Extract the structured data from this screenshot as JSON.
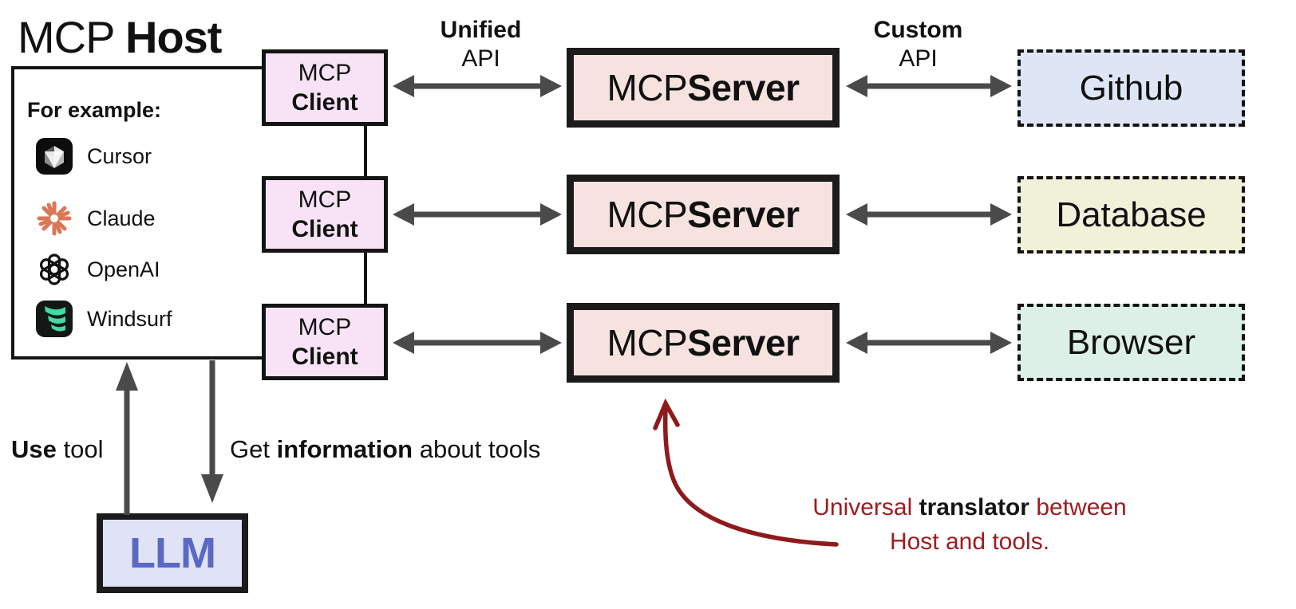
{
  "title": {
    "regular": "MCP ",
    "bold": "Host"
  },
  "host": {
    "examples_label": "For example:",
    "apps": [
      "Cursor",
      "Claude",
      "OpenAI",
      "Windsurf"
    ]
  },
  "clients": [
    {
      "line1": "MCP",
      "line2": "Client"
    },
    {
      "line1": "MCP",
      "line2": "Client"
    },
    {
      "line1": "MCP",
      "line2": "Client"
    }
  ],
  "servers": [
    {
      "regular": "MCP ",
      "bold": "Server"
    },
    {
      "regular": "MCP ",
      "bold": "Server"
    },
    {
      "regular": "MCP ",
      "bold": "Server"
    }
  ],
  "targets": [
    {
      "label": "Github",
      "fill": "#dee5f4"
    },
    {
      "label": "Database",
      "fill": "#f1f1da"
    },
    {
      "label": "Browser",
      "fill": "#dcf0e6"
    }
  ],
  "api_labels": {
    "unified_bold": "Unified",
    "unified_line2": "API",
    "custom_bold": "Custom",
    "custom_line2": "API"
  },
  "llm": {
    "label": "LLM",
    "text_color": "#5b68c4",
    "fill": "#e0e3f5"
  },
  "flow": {
    "use_bold": "Use",
    "use_rest": " tool",
    "get_pre": "Get ",
    "get_bold": "information",
    "get_post": " about tools"
  },
  "annotation": {
    "pre": "Universal ",
    "bold": "translator",
    "post": " between",
    "line2": "Host and tools.",
    "color": "#9e1c20"
  },
  "colors": {
    "client_fill": "#f7e3f5",
    "server_fill": "#f6e2de",
    "arrow_gray": "#4a4a4a",
    "box_border": "#141414",
    "annotation_red": "#9e1c20",
    "claude_coral": "#d97757",
    "windsurf_green": "#43d9a3"
  }
}
